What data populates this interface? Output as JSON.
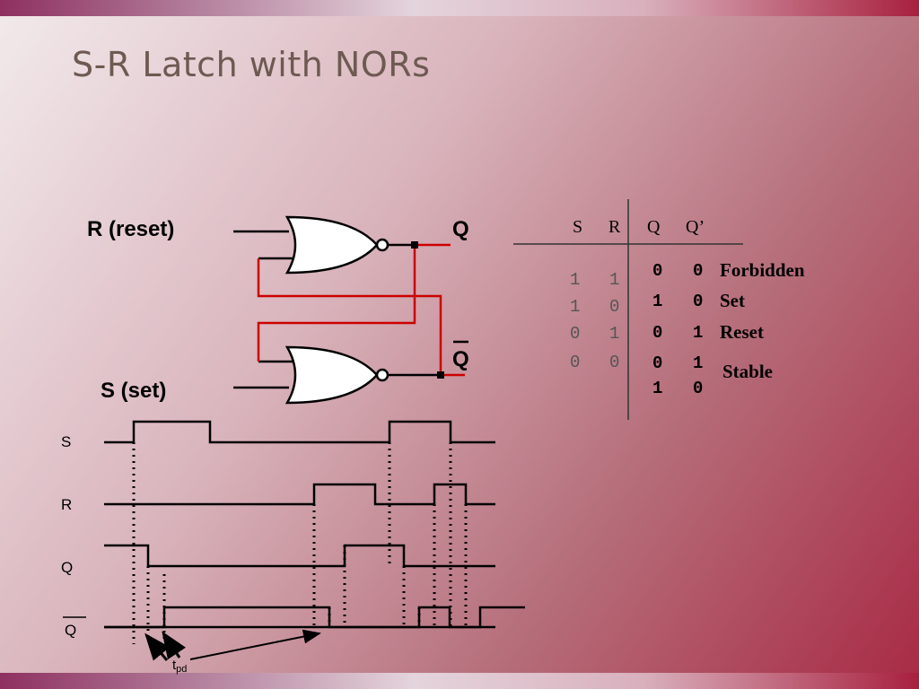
{
  "slide": {
    "title": "S-R Latch with NORs"
  },
  "circuit": {
    "r_label": "R (reset)",
    "s_label": "S (set)",
    "q_label": "Q",
    "qbar_label": "Q"
  },
  "truth_table": {
    "headers": [
      "S",
      "R",
      "Q",
      "Q’"
    ],
    "rows": [
      {
        "s": "1",
        "r": "1",
        "q": "0",
        "qn": "0",
        "meaning": "Forbidden"
      },
      {
        "s": "1",
        "r": "0",
        "q": "1",
        "qn": "0",
        "meaning": "Set"
      },
      {
        "s": "0",
        "r": "1",
        "q": "0",
        "qn": "1",
        "meaning": "Reset"
      },
      {
        "s": "0",
        "r": "0",
        "q": "0",
        "qn": "1",
        "meaning": "Stable",
        "q2": "1",
        "qn2": "0"
      }
    ]
  },
  "waveforms": {
    "labels": [
      "S",
      "R",
      "Q",
      "Q"
    ],
    "tpd_label": "t",
    "tpd_subscript": "pd"
  },
  "colors": {
    "wire_red": "#cc0000",
    "title_color": "#6e5a52"
  }
}
